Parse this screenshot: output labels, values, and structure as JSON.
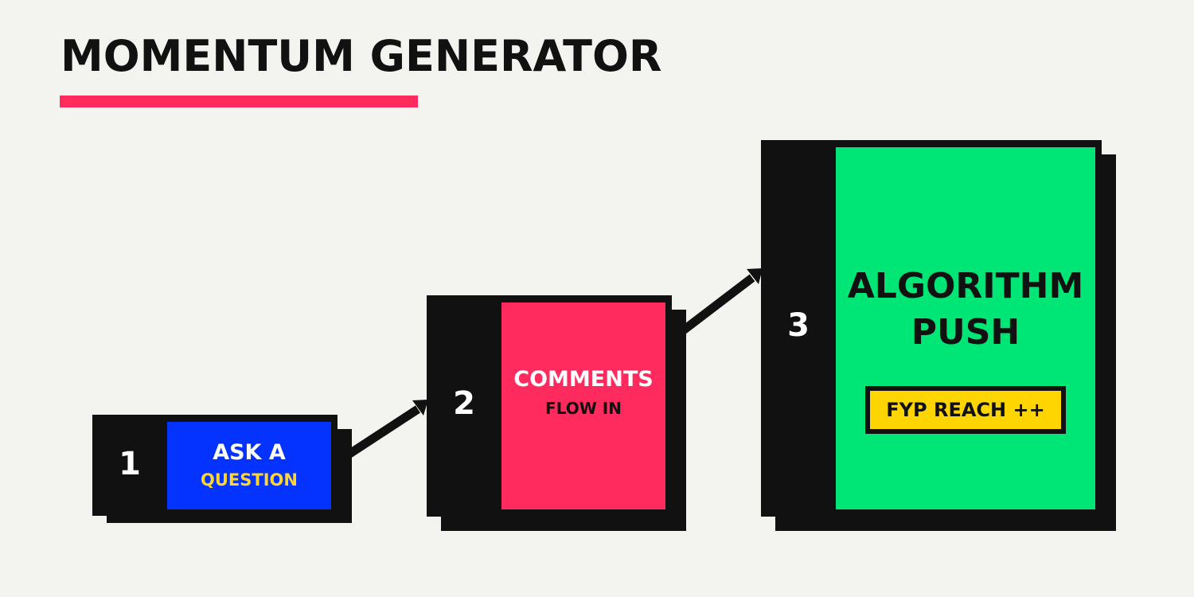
{
  "header": {
    "title": "MOMENTUM GENERATOR",
    "accent_color": "#ff2b5e"
  },
  "steps": [
    {
      "number": "1",
      "line1": "ASK A",
      "line2": "QUESTION",
      "panel_color": "#0433ff",
      "line2_color": "#ffd52e"
    },
    {
      "number": "2",
      "line1": "COMMENTS",
      "line2": "FLOW IN",
      "panel_color": "#ff2b5e",
      "line2_color": "#111111"
    },
    {
      "number": "3",
      "line1": "ALGORITHM",
      "line1b": "PUSH",
      "panel_color": "#00e676",
      "badge": "FYP REACH ++",
      "badge_color": "#ffd500"
    }
  ],
  "connectors": [
    {
      "from": "1",
      "to": "2",
      "icon": "arrow-icon"
    },
    {
      "from": "2",
      "to": "3",
      "icon": "arrow-icon"
    }
  ],
  "colors": {
    "background": "#f3f3ef",
    "block": "#111111"
  }
}
